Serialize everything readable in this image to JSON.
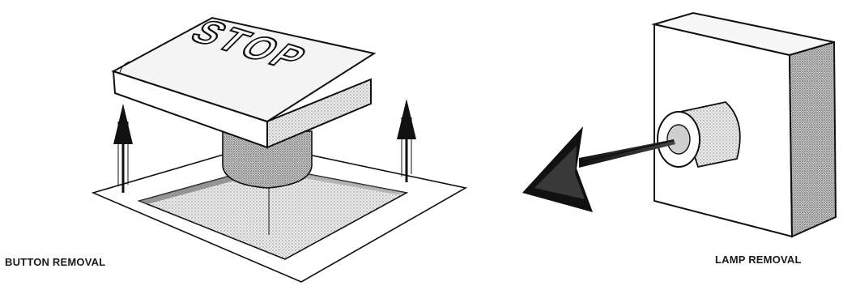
{
  "figures": [
    {
      "id": "button-removal",
      "caption": "BUTTON REMOVAL",
      "button_text": "STOP",
      "arrow_direction": "up"
    },
    {
      "id": "lamp-removal",
      "caption": "LAMP REMOVAL",
      "arrow_direction": "left"
    }
  ],
  "colors": {
    "ink": "#111111",
    "paper": "#ffffff",
    "shade_light": "#d9d9d9",
    "shade_mid": "#bdbdbd",
    "shade_dark": "#8a8a8a"
  }
}
